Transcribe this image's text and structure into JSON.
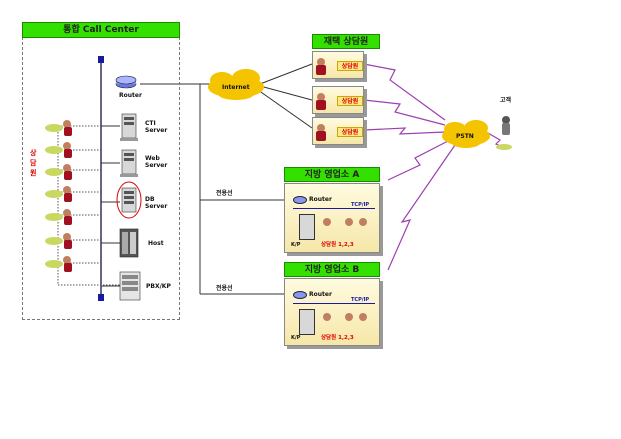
{
  "call_center": {
    "title": "통합 Call Center",
    "agents_label": "상 담 원",
    "servers": [
      "Router",
      "CTI Server",
      "Web Server",
      "DB Server",
      "Host",
      "PBX/KP"
    ]
  },
  "internet_label": "Internet",
  "pstn_label": "PSTN",
  "customer_label": "고객",
  "home_agents": {
    "title": "재택 상담원",
    "agent_tag": "상담원"
  },
  "leased_line_label": "전용선",
  "branch_a": {
    "title": "지방 영업소 A",
    "router": "Router",
    "lan": "TCP/IP",
    "kp": "K/P",
    "agents": "상담원 1,2,3"
  },
  "branch_b": {
    "title": "지방 영업소 B",
    "router": "Router",
    "lan": "TCP/IP",
    "kp": "K/P",
    "agents": "상담원 1,2,3"
  },
  "colors": {
    "header_green": "#33e000",
    "link_purple": "#9b3fb0",
    "cloud_yellow": "#f5c400",
    "accent_red": "#e00000"
  }
}
